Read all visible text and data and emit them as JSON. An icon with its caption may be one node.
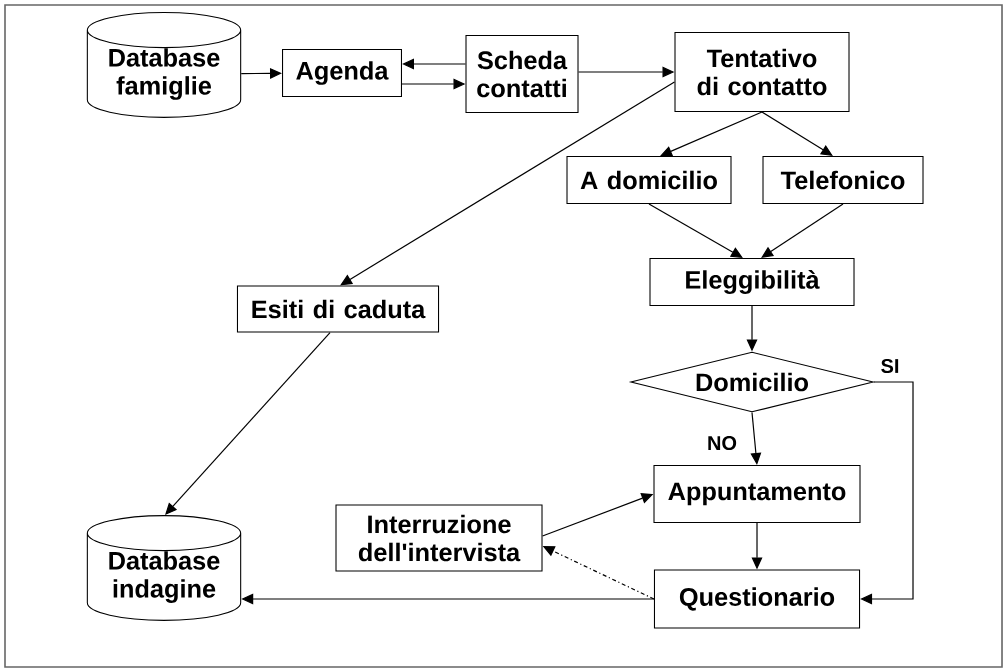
{
  "diagram": {
    "nodes": [
      {
        "text": [
          "Database famiglie"
        ]
      },
      {
        "text": [
          "Agenda"
        ]
      },
      {
        "text": [
          "Scheda contatti"
        ]
      },
      {
        "text": [
          "Tentativo di contatto"
        ]
      },
      {
        "text": [
          "A domicilio"
        ]
      },
      {
        "text": [
          "Telefonico"
        ]
      },
      {
        "text": [
          "Eleggibilità"
        ]
      },
      {
        "text": [
          "Domicilio"
        ]
      },
      {
        "text": [
          "Appuntamento"
        ]
      },
      {
        "text": [
          "Interruzione dell'intervista"
        ]
      },
      {
        "text": [
          "Questionario"
        ]
      },
      {
        "text": [
          "Esiti di caduta"
        ]
      },
      {
        "text": [
          "Database indagine"
        ]
      }
    ],
    "edges": [
      {
        "from": 0,
        "to": 1,
        "arrow": "to"
      },
      {
        "from": 2,
        "to": 1,
        "arrow": "to"
      },
      {
        "from": 1,
        "to": 2,
        "arrow": "to"
      },
      {
        "from": 2,
        "to": 3,
        "arrow": "to"
      },
      {
        "from": 3,
        "to": 11,
        "arrow": "to"
      },
      {
        "from": 3,
        "to": 4,
        "arrow": "to"
      },
      {
        "from": 3,
        "to": 5,
        "arrow": "to"
      },
      {
        "from": 4,
        "to": 6,
        "arrow": "to"
      },
      {
        "from": 5,
        "to": 6,
        "arrow": "to"
      },
      {
        "from": 6,
        "to": 7,
        "arrow": "to"
      },
      {
        "from": 7,
        "to": 8,
        "arrow": "to",
        "label": "NO"
      },
      {
        "from": 7,
        "to": 10,
        "arrow": "to",
        "label": "SI"
      },
      {
        "from": 8,
        "to": 10,
        "arrow": "to"
      },
      {
        "from": 9,
        "to": 8,
        "arrow": "to"
      },
      {
        "from": 10,
        "to": 9,
        "arrow": "to",
        "style": "dashed"
      },
      {
        "from": 10,
        "to": 12,
        "arrow": "to"
      },
      {
        "from": 11,
        "to": 12,
        "arrow": "to"
      }
    ]
  }
}
